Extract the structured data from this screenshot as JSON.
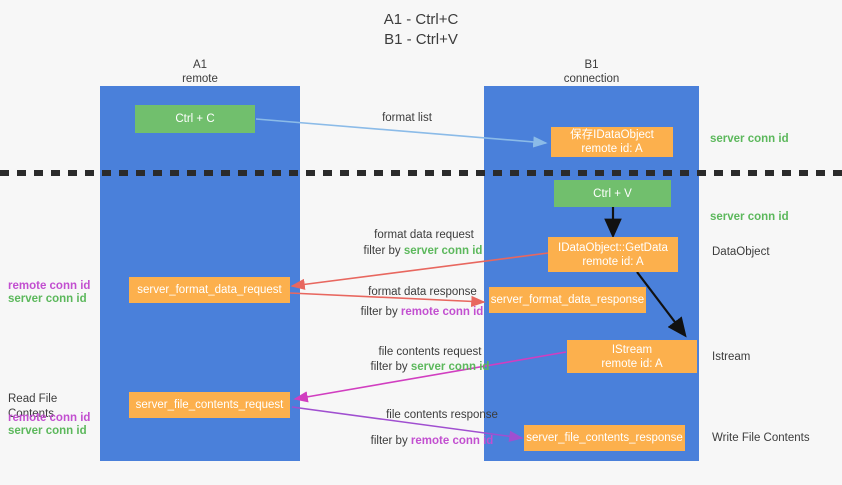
{
  "title": {
    "line1": "A1 - Ctrl+C",
    "line2": "B1 - Ctrl+V"
  },
  "columns": [
    {
      "name": "A1",
      "sub": "remote"
    },
    {
      "name": "B1",
      "sub": "connection"
    }
  ],
  "boxes": {
    "ctrl_c": {
      "label": "Ctrl + C",
      "color": "#71bf6d"
    },
    "ctrl_v": {
      "label": "Ctrl + V",
      "color": "#71bf6d"
    },
    "save_idataobject": {
      "line1": "保存IDataObject",
      "line2": "remote id: A",
      "color": "#fcb04d"
    },
    "getdata": {
      "line1": "IDataObject::GetData",
      "line2": "remote id: A",
      "color": "#fcb04d"
    },
    "istream": {
      "line1": "IStream",
      "line2": "remote id: A",
      "color": "#fcb04d"
    },
    "server_format_data_request": {
      "label": "server_format_data_request",
      "color": "#fcb04d"
    },
    "server_format_data_response": {
      "label": "server_format_data_response",
      "color": "#fcb04d"
    },
    "server_file_contents_request": {
      "label": "server_file_contents_request",
      "color": "#fcb04d"
    },
    "server_file_contents_response": {
      "label": "server_file_contents_response",
      "color": "#fcb04d"
    }
  },
  "edge_labels": {
    "format_list": "format list",
    "format_data_request": "format data request",
    "format_data_request_filter_prefix": "filter by ",
    "format_data_request_filter_value": "server conn id",
    "format_data_response": "format data response",
    "format_data_response_filter_prefix": "filter by ",
    "format_data_response_filter_value": "remote conn id",
    "file_contents_request": "file contents request",
    "file_contents_request_filter_prefix": "filter by ",
    "file_contents_request_filter_value": "server conn id",
    "file_contents_response": "file contents response",
    "file_contents_response_filter_prefix": "filter by ",
    "file_contents_response_filter_value": "remote conn id"
  },
  "left_notes": {
    "format_remote": "remote conn id",
    "format_server": "server conn id",
    "read_file_contents": "Read File Contents",
    "file_remote": "remote conn id",
    "file_server": "server conn id"
  },
  "right_notes": {
    "server_conn_top": "server conn id",
    "server_conn_second": "server conn id",
    "dataobject": "DataObject",
    "istream": "Istream",
    "write_file_contents": "Write File Contents"
  },
  "colors": {
    "lane": "#4a80da",
    "green_box": "#71bf6d",
    "orange_box": "#fcb04d",
    "green_text": "#5cb85c",
    "purple_text": "#c24fd0",
    "arrow_light_blue": "#8bbbe8",
    "arrow_red": "#e8675f",
    "arrow_magenta": "#d13ec0",
    "arrow_purple": "#a04fd0",
    "arrow_black": "#111111",
    "background": "#f7f7f7"
  },
  "divider": {
    "style": "dashed",
    "color": "#2b2b2b"
  }
}
